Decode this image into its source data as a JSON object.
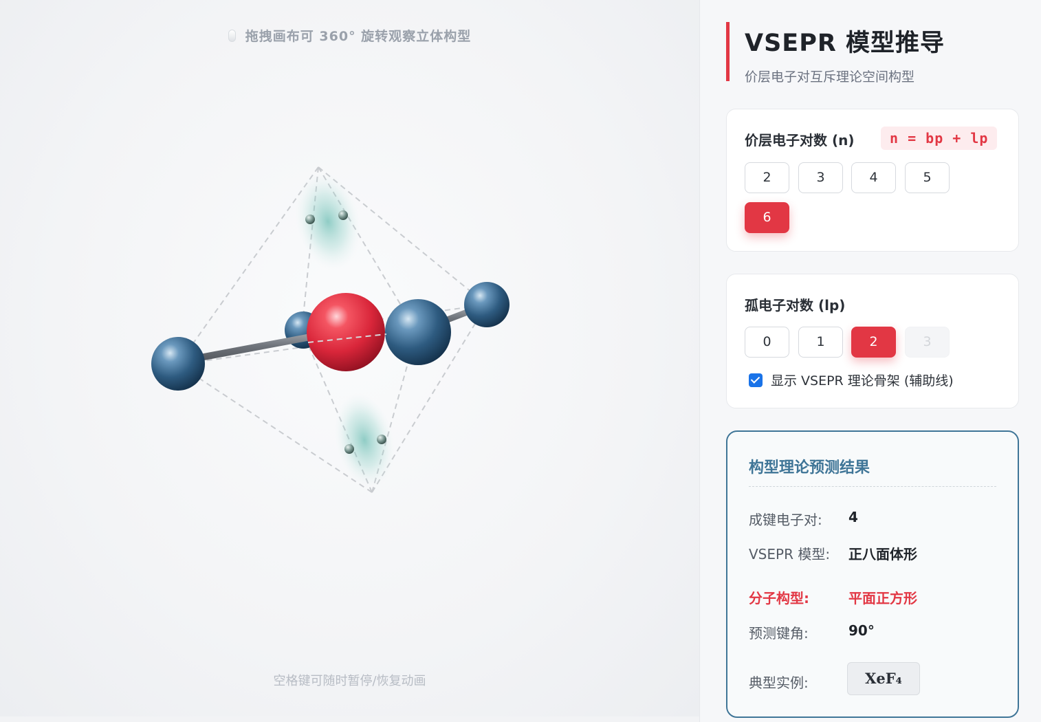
{
  "canvas": {
    "hint_top": "拖拽画布可 360° 旋转观察立体构型",
    "hint_bottom": "空格键可随时暂停/恢复动画"
  },
  "header": {
    "title": "VSEPR 模型推导",
    "subtitle": "价层电子对互斥理论空间构型"
  },
  "electron_pairs": {
    "title": "价层电子对数 (n)",
    "formula": "n = bp + lp",
    "options": [
      "2",
      "3",
      "4",
      "5",
      "6"
    ],
    "selected": "6"
  },
  "lone_pairs": {
    "title": "孤电子对数 (lp)",
    "options": [
      "0",
      "1",
      "2",
      "3"
    ],
    "selected": "2",
    "disabled": [
      "3"
    ],
    "show_skeleton_label": "显示 VSEPR 理论骨架 (辅助线)",
    "show_skeleton": true
  },
  "result": {
    "title": "构型理论预测结果",
    "bonding_pairs_label": "成键电子对:",
    "bonding_pairs_value": "4",
    "vsepr_model_label": "VSEPR 模型:",
    "vsepr_model_value": "正八面体形",
    "molecular_shape_label": "分子构型:",
    "molecular_shape_value": "平面正方形",
    "bond_angle_label": "预测键角:",
    "bond_angle_value": "90°",
    "example_label": "典型实例:",
    "example_value": "XeF₄"
  },
  "colors": {
    "accent": "#e23744",
    "result_border": "#3f7597",
    "ligand_atom": "#2e5b80",
    "central_atom": "#e02d3c",
    "lone_pair_cloud": "#3aa89a"
  }
}
